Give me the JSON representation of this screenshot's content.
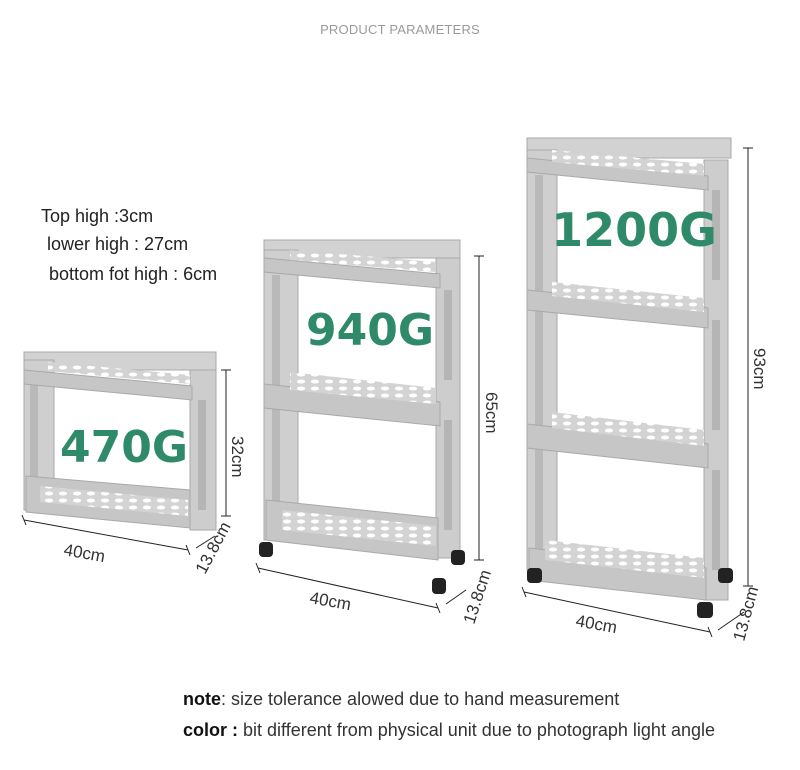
{
  "header": {
    "title": "PRODUCT PARAMETERS"
  },
  "specs": {
    "top_high": "Top high :3cm",
    "lower_high": "lower high : 27cm",
    "bottom_high": "bottom fot high : 6cm"
  },
  "products": [
    {
      "weight": "470G",
      "height": "32cm",
      "width": "40cm",
      "depth": "13.8cm",
      "tiers": 2,
      "wheels": false
    },
    {
      "weight": "940G",
      "height": "65cm",
      "width": "40cm",
      "depth": "13.8cm",
      "tiers": 3,
      "wheels": true
    },
    {
      "weight": "1200G",
      "height": "93cm",
      "width": "40cm",
      "depth": "13.8cm",
      "tiers": 4,
      "wheels": true
    }
  ],
  "notes": {
    "note_label": "note",
    "note_text": ": size tolerance alowed due to hand measurement",
    "color_label": "color :",
    "color_text": " bit different from physical unit due to photograph light angle"
  },
  "colors": {
    "shelf": "#c9c9c9",
    "shelf_dark": "#a8a8a8",
    "weight_text": "#2f8a6a",
    "wheel": "#222222"
  }
}
